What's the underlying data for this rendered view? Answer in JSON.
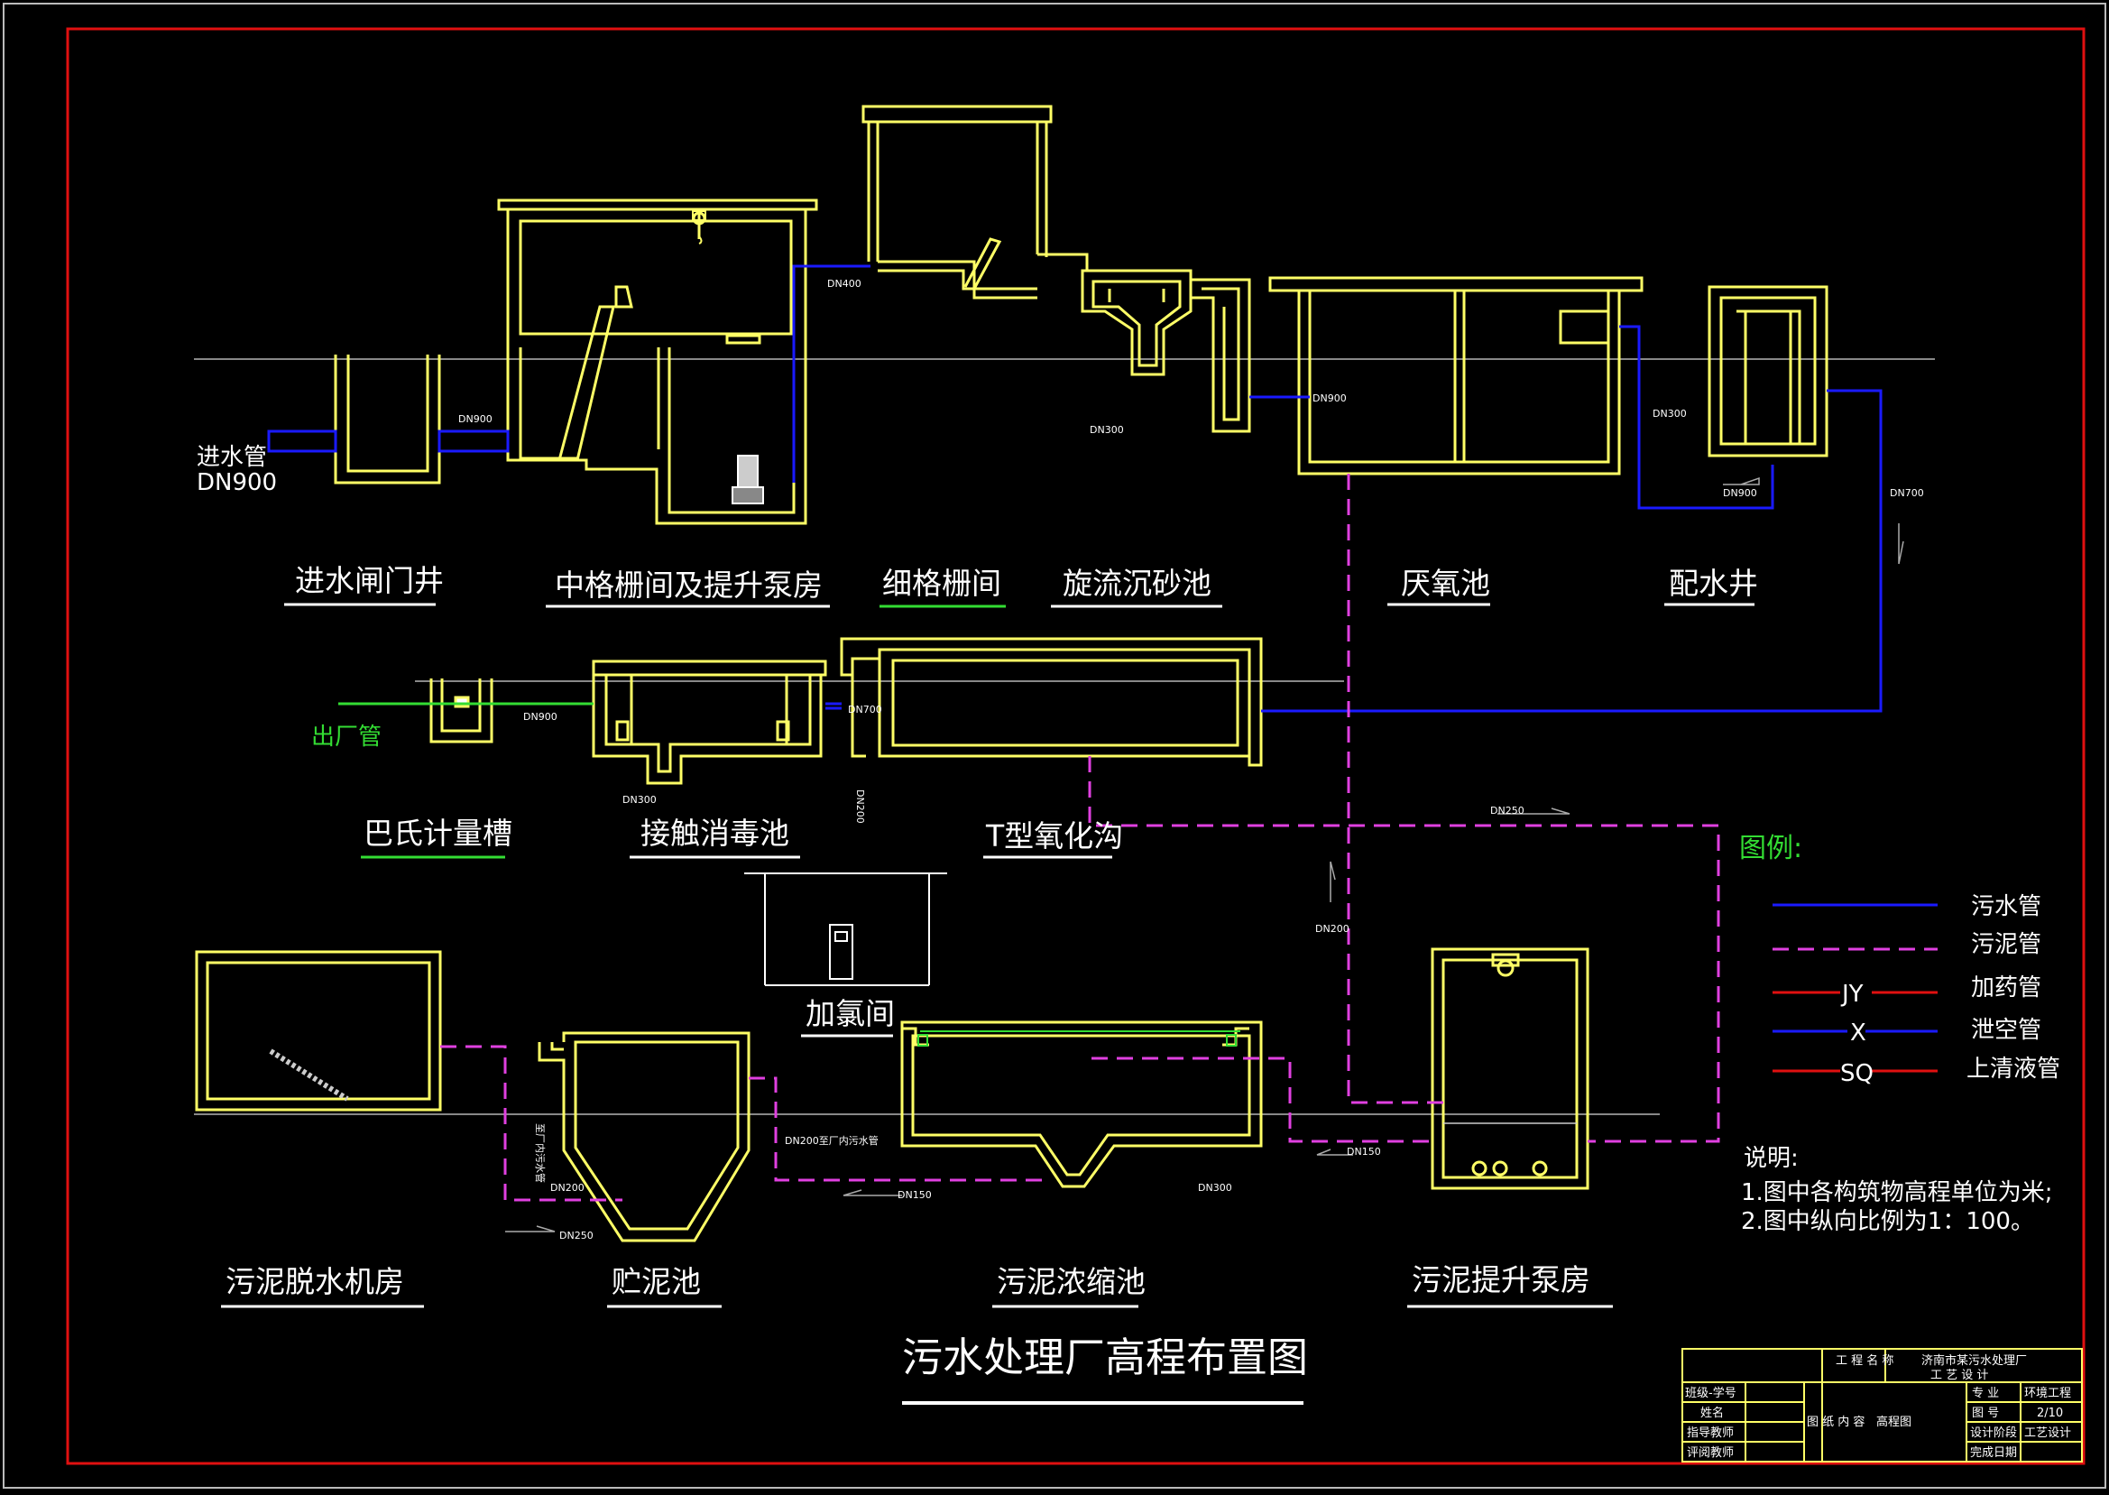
{
  "title": "污水处理厂高程布置图",
  "inlet": {
    "line1": "进水管",
    "line2": "DN900"
  },
  "outlet_label": "出厂管",
  "structures": {
    "gate_well": "进水闸门井",
    "mid_screen": "中格栅间及提升泵房",
    "fine_screen": "细格栅间",
    "grit": "旋流沉砂池",
    "anaerobic": "厌氧池",
    "dist_well": "配水井",
    "parshall": "巴氏计量槽",
    "disinfection": "接触消毒池",
    "oxidation": "T型氧化沟",
    "chlorine": "加氯间",
    "dewater": "污泥脱水机房",
    "storage": "贮泥池",
    "thickener": "污泥浓缩池",
    "sludge_pump": "污泥提升泵房"
  },
  "pipe_labels": {
    "dn900_a": "DN900",
    "dn400": "DN400",
    "dn300_a": "DN300",
    "dn900_b": "DN900",
    "dn300_b": "DN300",
    "dn900_c": "DN900",
    "dn700_a": "DN700",
    "dn900_d": "DN900",
    "dn300_c": "DN300",
    "dn700_b": "DN700",
    "dn200_a": "DN200",
    "dn250_a": "DN250",
    "dn200_b": "DN200",
    "dn250_b": "DN250",
    "dn200_pipe": "DN200至厂内污水管",
    "dn150_a": "DN150",
    "dn300_d": "DN300",
    "dn150_b": "DN150",
    "dn200_c": "DN200",
    "to_plant": "至厂内污水管"
  },
  "legend": {
    "title": "图例:",
    "items": [
      {
        "code": "",
        "label": "污水管",
        "color": "#1a1aff",
        "dash": false
      },
      {
        "code": "",
        "label": "污泥管",
        "color": "#e040e0",
        "dash": true
      },
      {
        "code": "JY",
        "label": "加药管",
        "color": "#e01010",
        "dash": false
      },
      {
        "code": "X",
        "label": "泄空管",
        "color": "#1a1aff",
        "dash": false
      },
      {
        "code": "SQ",
        "label": "上清液管",
        "color": "#e01010",
        "dash": false
      }
    ]
  },
  "notes": {
    "title": "说明:",
    "line1": "1.图中各构筑物高程单位为米;",
    "line2": "2.图中纵向比例为1：100。"
  },
  "title_block": {
    "project_key": "工 程\n名 称",
    "project_val1": "济南市某污水处理厂",
    "project_val2": "工 艺 设 计",
    "class_key": "班级-学号",
    "name_key": "姓名",
    "advisor_key": "指导教师",
    "reviewer_key": "评阅教师",
    "content_key": "图\n纸\n内\n容",
    "content_val": "高程图",
    "major_key": "专 业",
    "major_val": "环境工程",
    "drawing_no_key": "图 号",
    "drawing_no_val": "2/10",
    "stage_key": "设计阶段",
    "stage_val": "工艺设计",
    "date_key": "完成日期"
  },
  "colors": {
    "structure": "#ffff66",
    "sewage": "#1a1aff",
    "sludge": "#e040e0",
    "frame": "#e01010",
    "accent_green": "#33dd33",
    "ground": "#888888"
  }
}
